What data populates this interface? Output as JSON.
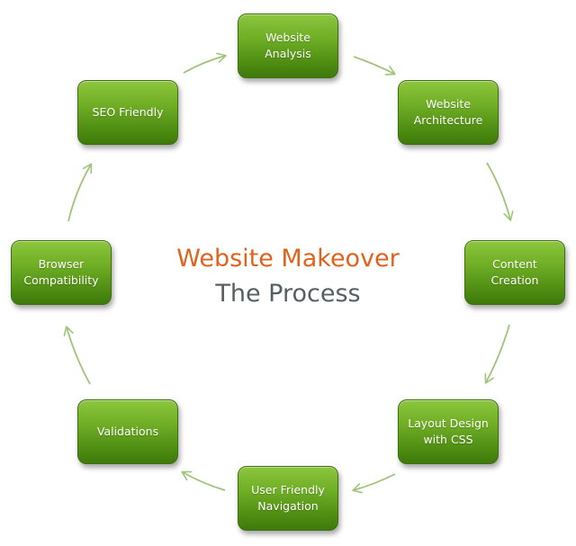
{
  "diagram": {
    "title": "Website Makeover",
    "subtitle": "The Process",
    "title_color": "#e0621d",
    "subtitle_color": "#555f62",
    "arrow_color": "#9fc47a",
    "node_color": "#5e9e1b",
    "steps": [
      {
        "label": "Website\nAnalysis"
      },
      {
        "label": "Website\nArchitecture"
      },
      {
        "label": "Content\nCreation"
      },
      {
        "label": "Layout Design\nwith CSS"
      },
      {
        "label": "User Friendly\nNavigation"
      },
      {
        "label": "Validations"
      },
      {
        "label": "Browser\nCompatibility"
      },
      {
        "label": "SEO Friendly"
      }
    ]
  }
}
